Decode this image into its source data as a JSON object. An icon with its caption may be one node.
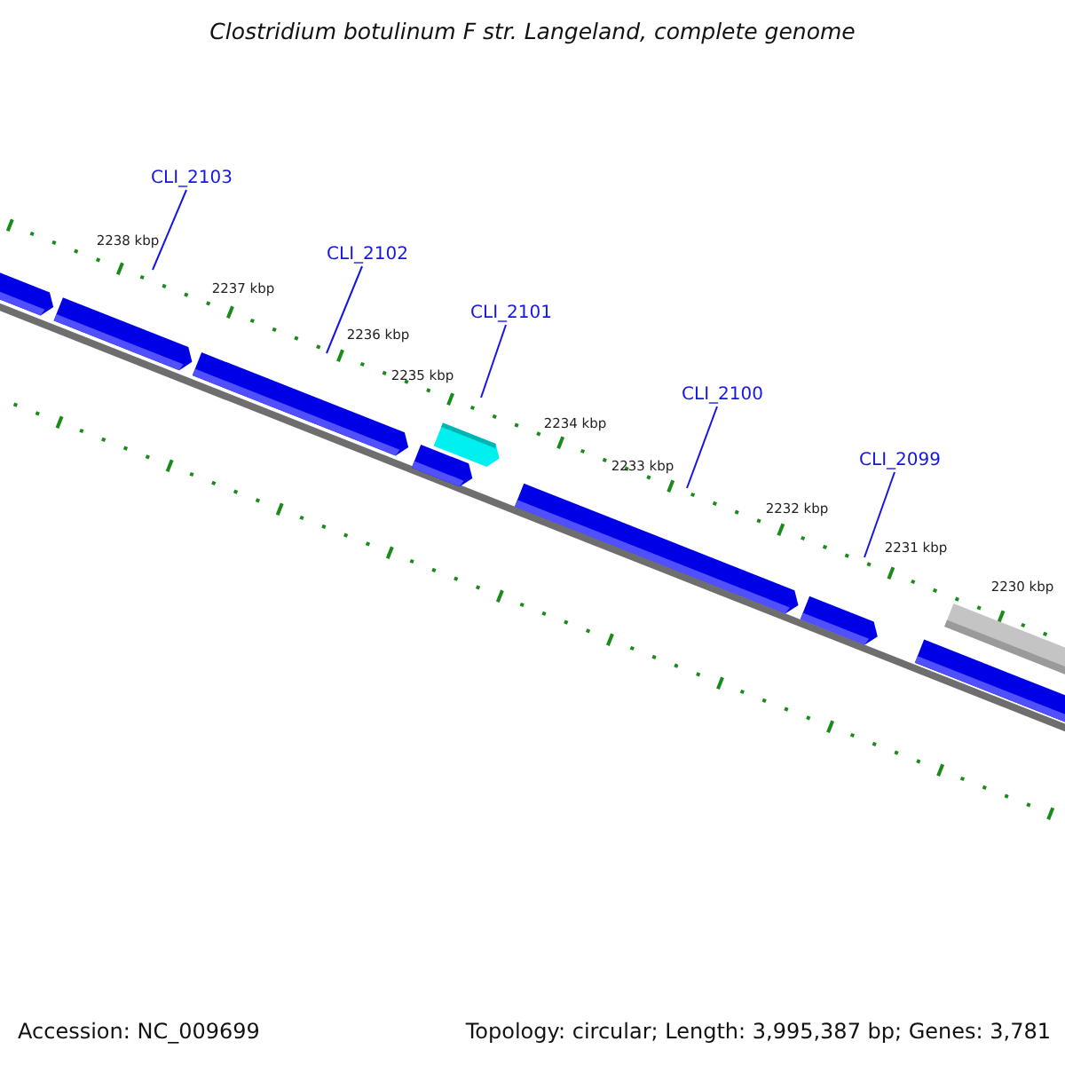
{
  "diagram": {
    "title": "Clostridium botulinum F str. Langeland, complete genome",
    "nodes": [
      {
        "text": [
          "CLI_2103"
        ]
      },
      {
        "text": [
          "CLI_2102"
        ]
      },
      {
        "text": [
          "CLI_2101"
        ]
      },
      {
        "text": [
          "CLI_2100"
        ]
      },
      {
        "text": [
          "CLI_2099"
        ]
      }
    ],
    "edges": [
      {
        "from": 0,
        "to": null,
        "arrow": "none"
      },
      {
        "from": 1,
        "to": null,
        "arrow": "none"
      },
      {
        "from": 2,
        "to": null,
        "arrow": "none"
      },
      {
        "from": 3,
        "to": null,
        "arrow": "none"
      },
      {
        "from": 4,
        "to": null,
        "arrow": "none"
      }
    ],
    "labels": [
      "2238 kbp",
      "2237 kbp",
      "2236 kbp",
      "2235 kbp",
      "2234 kbp",
      "2233 kbp",
      "2232 kbp",
      "2231 kbp",
      "2230 kbp",
      "Accession: NC_009699",
      "Topology: circular; Length: 3,995,387 bp; Genes: 3,781"
    ]
  }
}
